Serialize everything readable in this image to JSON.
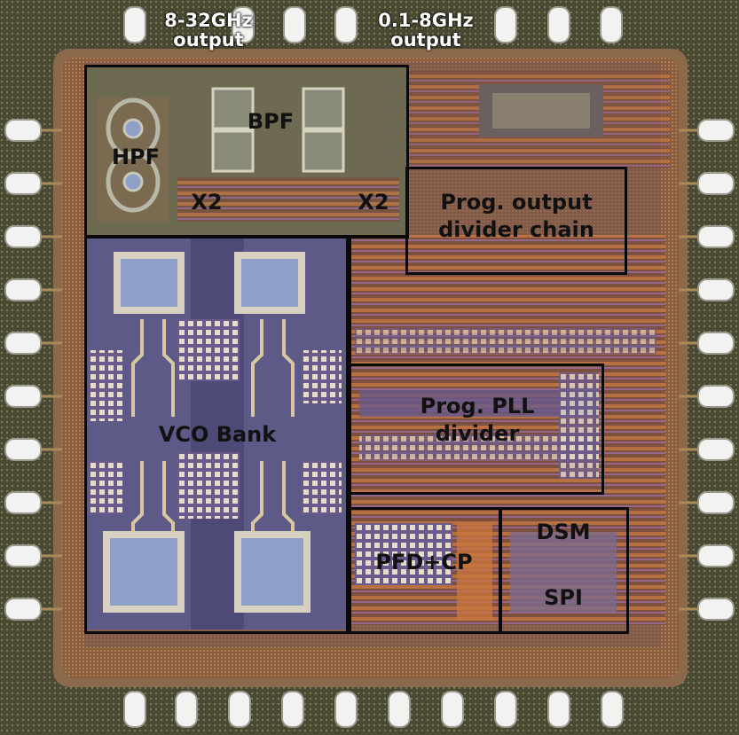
{
  "image": {
    "description_labels": {
      "out_high": "8-32GHz\noutput",
      "out_low": "0.1-8GHz\noutput",
      "hpf": "HPF",
      "bpf": "BPF",
      "x2_left": "X2",
      "x2_right": "X2",
      "prog_output_divider": "Prog. output\ndivider chain",
      "vco_bank": "VCO Bank",
      "prog_pll_divider": "Prog. PLL\ndivider",
      "pfd_cp": "PFD+CP",
      "dsm": "DSM",
      "spi": "SPI"
    },
    "colors": {
      "substrate": "#4a4a34",
      "pad": "#f2f2f0",
      "metal_orange": "#c8763e",
      "metal_purple": "#6a5a8c",
      "inductor_blue": "#8ea0c8",
      "outline": "#0a0a0a"
    }
  }
}
